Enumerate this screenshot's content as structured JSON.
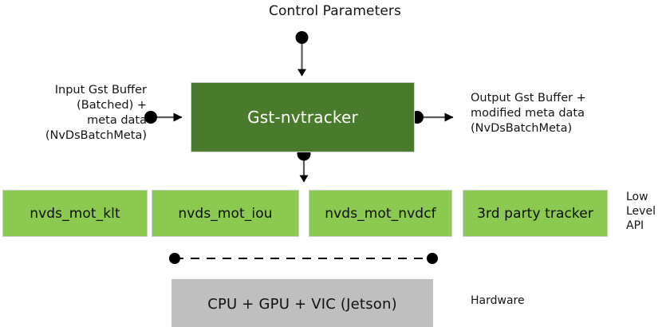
{
  "diagram": {
    "title": "Control Parameters",
    "main_block": {
      "label": "Gst-nvtracker",
      "color": "#4a7b2c"
    },
    "input_label": "Input Gst Buffer\n(Batched) +\nmeta data\n(NvDsBatchMeta)",
    "input_label_lines": [
      "Input Gst Buffer",
      "(Batched) +",
      "meta data",
      "(NvDsBatchMeta)"
    ],
    "output_label_lines": [
      "Output Gst Buffer +",
      "modified meta data",
      "(NvDsBatchMeta)"
    ],
    "low_level_boxes": [
      {
        "label": "nvds_mot_klt"
      },
      {
        "label": "nvds_mot_iou"
      },
      {
        "label": "nvds_mot_nvdcf"
      },
      {
        "label": "3rd party tracker"
      }
    ],
    "low_level_box_color": "#8bc950",
    "low_level_note_lines": [
      "Low",
      "Level",
      "API"
    ],
    "hardware_block": {
      "label": "CPU + GPU + VIC (Jetson)",
      "color": "#bfbfbf"
    },
    "hardware_note": "Hardware",
    "connector_color": "#595959",
    "node_color": "#000000"
  }
}
